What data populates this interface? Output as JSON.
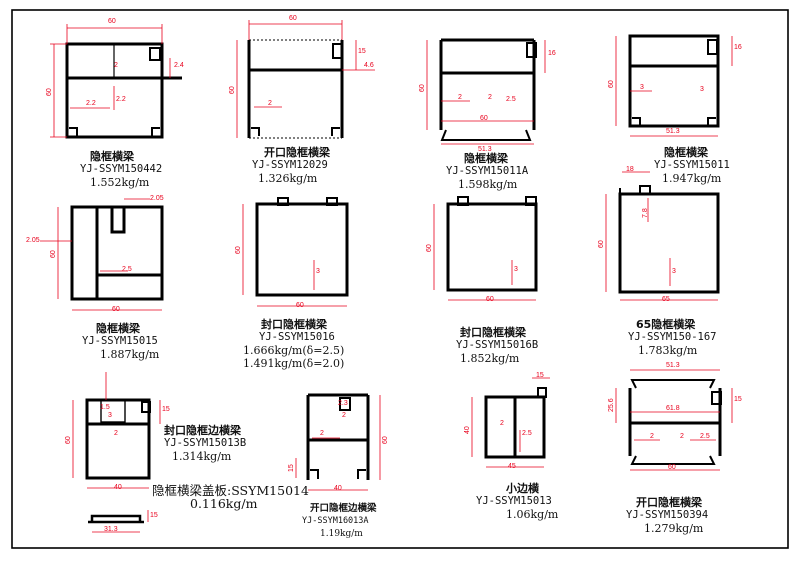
{
  "profiles": [
    {
      "title": "隐框横梁",
      "code": "YJ-SSYM150442",
      "weight": "1.552kg/m",
      "dims": [
        "60",
        "60",
        "2",
        "2.2",
        "2.2",
        "2.4"
      ]
    },
    {
      "title": "开口隐框横梁",
      "code": "YJ-SSYM12029",
      "weight": "1.326kg/m",
      "dims": [
        "60",
        "15",
        "4.6",
        "60",
        "2"
      ]
    },
    {
      "title": "隐框横梁",
      "code": "YJ-SSYM15011A",
      "weight": "1.598kg/m",
      "dims": [
        "16",
        "60",
        "2",
        "2",
        "2.5",
        "60",
        "51.3"
      ]
    },
    {
      "title": "隐框横梁",
      "code": "YJ-SSYM15011",
      "weight": "1.947kg/m",
      "dims": [
        "16",
        "60",
        "3",
        "3",
        "51.3"
      ]
    },
    {
      "title": "隐框横梁",
      "code": "YJ-SSYM15015",
      "weight": "1.887kg/m",
      "dims": [
        "2.05",
        "2.05",
        "60",
        "2.5",
        "60"
      ]
    },
    {
      "title": "封口隐框横梁",
      "code": "YJ-SSYM15016",
      "weight": "1.666kg/m(δ=2.5)",
      "weight2": "1.491kg/m(δ=2.0)",
      "dims": [
        "60",
        "3",
        "60"
      ]
    },
    {
      "title": "封口隐框横梁",
      "code": "YJ-SSYM15016B",
      "weight": "1.852kg/m",
      "dims": [
        "60",
        "3",
        "60"
      ]
    },
    {
      "title": "65隐框横梁",
      "code": "YJ-SSYM150-167",
      "weight": "1.783kg/m",
      "dims": [
        "18",
        "7.8",
        "60",
        "3",
        "65"
      ]
    },
    {
      "title": "封口隐框边横梁",
      "code": "YJ-SSYM15013B",
      "weight": "1.314kg/m",
      "dims": [
        "60",
        "1.5",
        "3",
        "15",
        "2",
        "40"
      ]
    },
    {
      "title": "开口隐框边横梁",
      "code": "YJ-SSYM16013A",
      "weight": "1.19kg/m",
      "dims": [
        "2.3",
        "2",
        "60",
        "2",
        "40",
        "15"
      ]
    },
    {
      "title": "小边横",
      "code": "YJ-SSYM15013",
      "weight": "1.06kg/m",
      "dims": [
        "15",
        "40",
        "2",
        "2.5",
        "45"
      ]
    },
    {
      "title": "开口隐框横梁",
      "code": "YJ-SSYM150394",
      "weight": "1.279kg/m",
      "dims": [
        "51.3",
        "61.8",
        "25.6",
        "15",
        "2",
        "2",
        "2.5",
        "60"
      ]
    },
    {
      "title": "隐框横梁盖板:SSYM15014",
      "code": "",
      "weight": "0.116kg/m",
      "dims": [
        "31.3",
        "15"
      ]
    }
  ]
}
